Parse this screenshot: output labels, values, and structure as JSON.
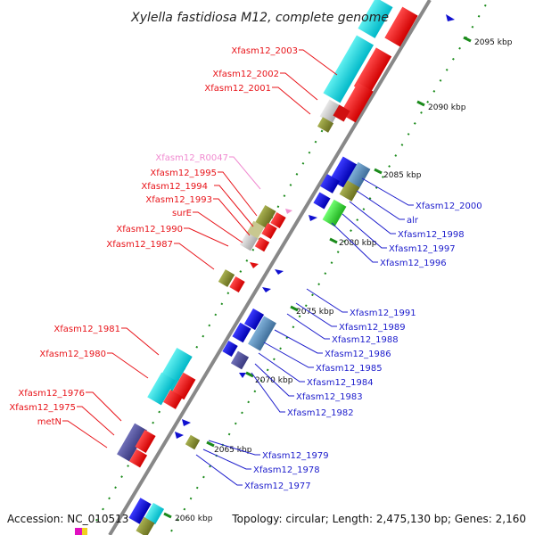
{
  "title": "Xylella fastidiosa M12, complete genome",
  "footer": {
    "accession": "Accession: NC_010513",
    "summary": "Topology: circular; Length: 2,475,130 bp; Genes: 2,160"
  },
  "colors": {
    "left_label": "#e8141a",
    "right_label": "#1c1ccc",
    "rna_label": "#f08ad0",
    "backbone": "#888888",
    "tick": "#1a8a1a"
  },
  "kbp_labels": [
    "2095 kbp",
    "2090 kbp",
    "2085 kbp",
    "2080 kbp",
    "2075 kbp",
    "2070 kbp",
    "2065 kbp",
    "2060 kbp"
  ],
  "left_labels": [
    {
      "text": "Xfasm12_2003",
      "kind": "gene"
    },
    {
      "text": "Xfasm12_2002",
      "kind": "gene"
    },
    {
      "text": "Xfasm12_2001",
      "kind": "gene"
    },
    {
      "text": "Xfasm12_R0047",
      "kind": "rna"
    },
    {
      "text": "Xfasm12_1995",
      "kind": "gene"
    },
    {
      "text": "Xfasm12_1994",
      "kind": "gene"
    },
    {
      "text": "Xfasm12_1993",
      "kind": "gene"
    },
    {
      "text": "surE",
      "kind": "gene"
    },
    {
      "text": "Xfasm12_1990",
      "kind": "gene"
    },
    {
      "text": "Xfasm12_1987",
      "kind": "gene"
    },
    {
      "text": "Xfasm12_1981",
      "kind": "gene"
    },
    {
      "text": "Xfasm12_1980",
      "kind": "gene"
    },
    {
      "text": "Xfasm12_1976",
      "kind": "gene"
    },
    {
      "text": "Xfasm12_1975",
      "kind": "gene"
    },
    {
      "text": "metN",
      "kind": "gene"
    }
  ],
  "right_labels": [
    {
      "text": "Xfasm12_2000"
    },
    {
      "text": "alr"
    },
    {
      "text": "Xfasm12_1998"
    },
    {
      "text": "Xfasm12_1997"
    },
    {
      "text": "Xfasm12_1996"
    },
    {
      "text": "Xfasm12_1991"
    },
    {
      "text": "Xfasm12_1989"
    },
    {
      "text": "Xfasm12_1988"
    },
    {
      "text": "Xfasm12_1986"
    },
    {
      "text": "Xfasm12_1985"
    },
    {
      "text": "Xfasm12_1984"
    },
    {
      "text": "Xfasm12_1983"
    },
    {
      "text": "Xfasm12_1982"
    },
    {
      "text": "Xfasm12_1979"
    },
    {
      "text": "Xfasm12_1978"
    },
    {
      "text": "Xfasm12_1977"
    }
  ]
}
